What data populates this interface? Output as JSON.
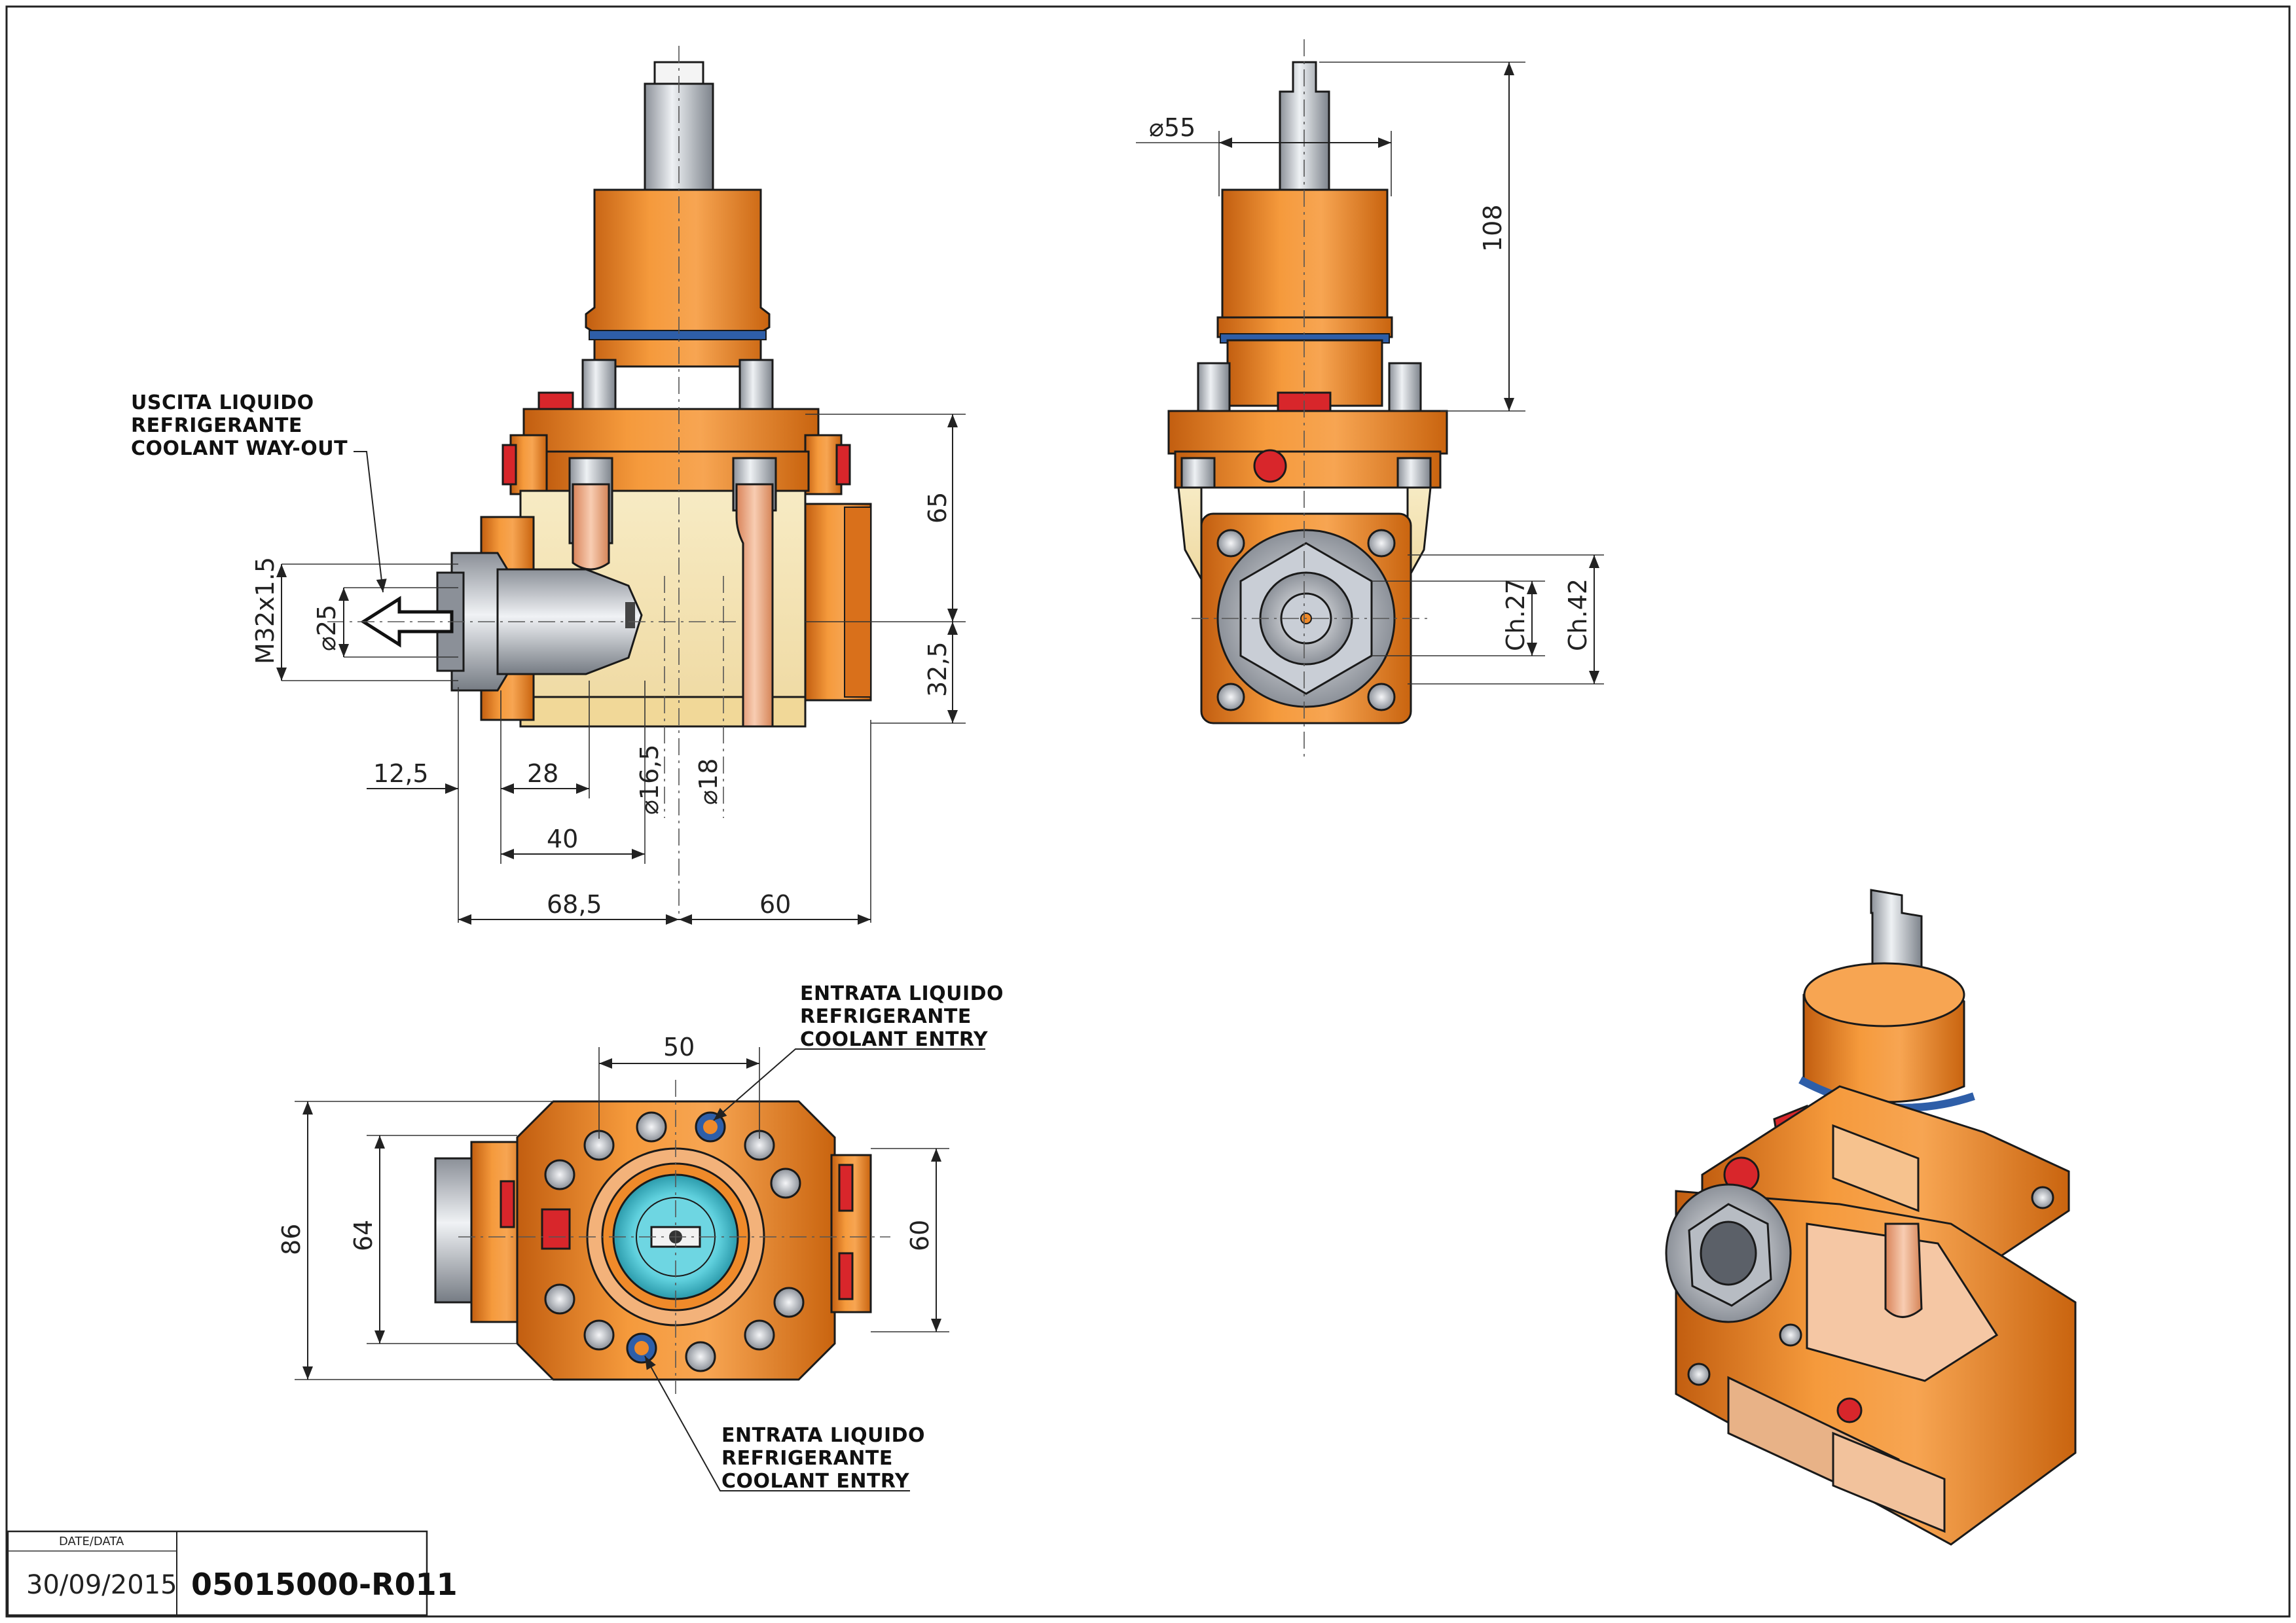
{
  "notes": {
    "coolant_out": [
      "USCITA LIQUIDO",
      "REFRIGERANTE",
      "COOLANT WAY-OUT"
    ],
    "coolant_entry_top": [
      "ENTRATA LIQUIDO",
      "REFRIGERANTE",
      "COOLANT ENTRY"
    ],
    "coolant_entry_bottom": [
      "ENTRATA LIQUIDO",
      "REFRIGERANTE",
      "COOLANT ENTRY"
    ]
  },
  "dimensions": {
    "side": {
      "thread": "M32x1.5",
      "dia_25": "25",
      "d_65": "65",
      "d_32_5": "32,5",
      "d_12_5": "12,5",
      "d_28": "28",
      "d_40": "40",
      "dia_16_5": "16,5",
      "dia_18": "18",
      "d_68_5": "68,5",
      "d_60": "60"
    },
    "front": {
      "dia_55": "55",
      "d_108": "108",
      "ch_27": "Ch.27",
      "ch_42": "Ch.42"
    },
    "top": {
      "d_50": "50",
      "d_86": "86",
      "d_64": "64",
      "d_60": "60"
    }
  },
  "symbols": {
    "diameter": "⌀"
  },
  "title_block": {
    "date_label": "DATE/DATA",
    "date": "30/09/2015",
    "code": "05015000-R011"
  },
  "colors": {
    "housing_orange": "#ef8a2a",
    "body_light": "#f3e3b4",
    "shank_steel": "#c9ced6",
    "seal_blue": "#2e5ea8",
    "plug_red": "#d8262b",
    "copper": "#e6a37c",
    "cyan": "#49c6d4"
  }
}
